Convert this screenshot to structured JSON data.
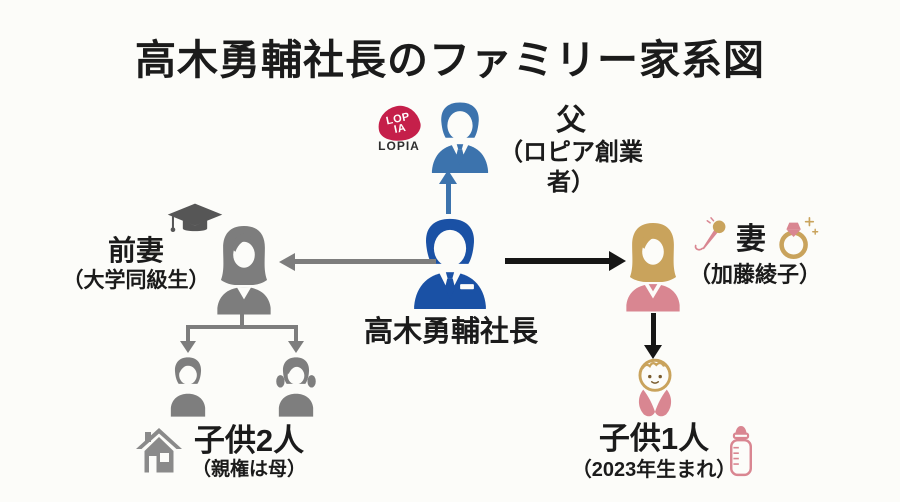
{
  "title": "高木勇輔社長のファミリー家系図",
  "colors": {
    "background": "#fcfcf9",
    "president_blue": "#1a51a5",
    "father_blue": "#3c73ad",
    "gray": "#7d7d7d",
    "dark_gray": "#565656",
    "rose": "#d98691",
    "gold": "#c9a35c",
    "lopia_red": "#c51f4a",
    "arrow_black": "#161616",
    "text": "#1b1b1b"
  },
  "lopia_logo": {
    "line1": "LOP",
    "line2": "IA",
    "caption": "LOPIA"
  },
  "nodes": {
    "father": {
      "label": "父",
      "subtitle": "（ロピア創業者）"
    },
    "president": {
      "label": "高木勇輔社長"
    },
    "ex_wife": {
      "label": "前妻",
      "subtitle": "（大学同級生）"
    },
    "wife": {
      "label": "妻",
      "subtitle": "（加藤綾子）"
    },
    "ex_children": {
      "label": "子供2人",
      "subtitle": "（親権は母）"
    },
    "new_child": {
      "label": "子供1人",
      "subtitle": "（2023年生まれ）"
    }
  },
  "relations": [
    {
      "from": "president",
      "to": "father",
      "arrow_color": "#3c73ad"
    },
    {
      "from": "president",
      "to": "ex_wife",
      "arrow_color": "#7d7d7d"
    },
    {
      "from": "president",
      "to": "wife",
      "arrow_color": "#161616"
    },
    {
      "from": "ex_wife",
      "to": "ex_children",
      "arrow_color": "#7d7d7d"
    },
    {
      "from": "wife",
      "to": "new_child",
      "arrow_color": "#161616"
    }
  ],
  "icons": [
    "lopia-logo",
    "father-businessman-icon",
    "president-businessman-icon",
    "graduation-cap-icon",
    "ex-wife-woman-icon",
    "wife-woman-icon",
    "microphone-icon",
    "diamond-ring-icon",
    "boy-icon",
    "girl-icon",
    "house-icon",
    "baby-icon",
    "baby-bottle-icon"
  ]
}
